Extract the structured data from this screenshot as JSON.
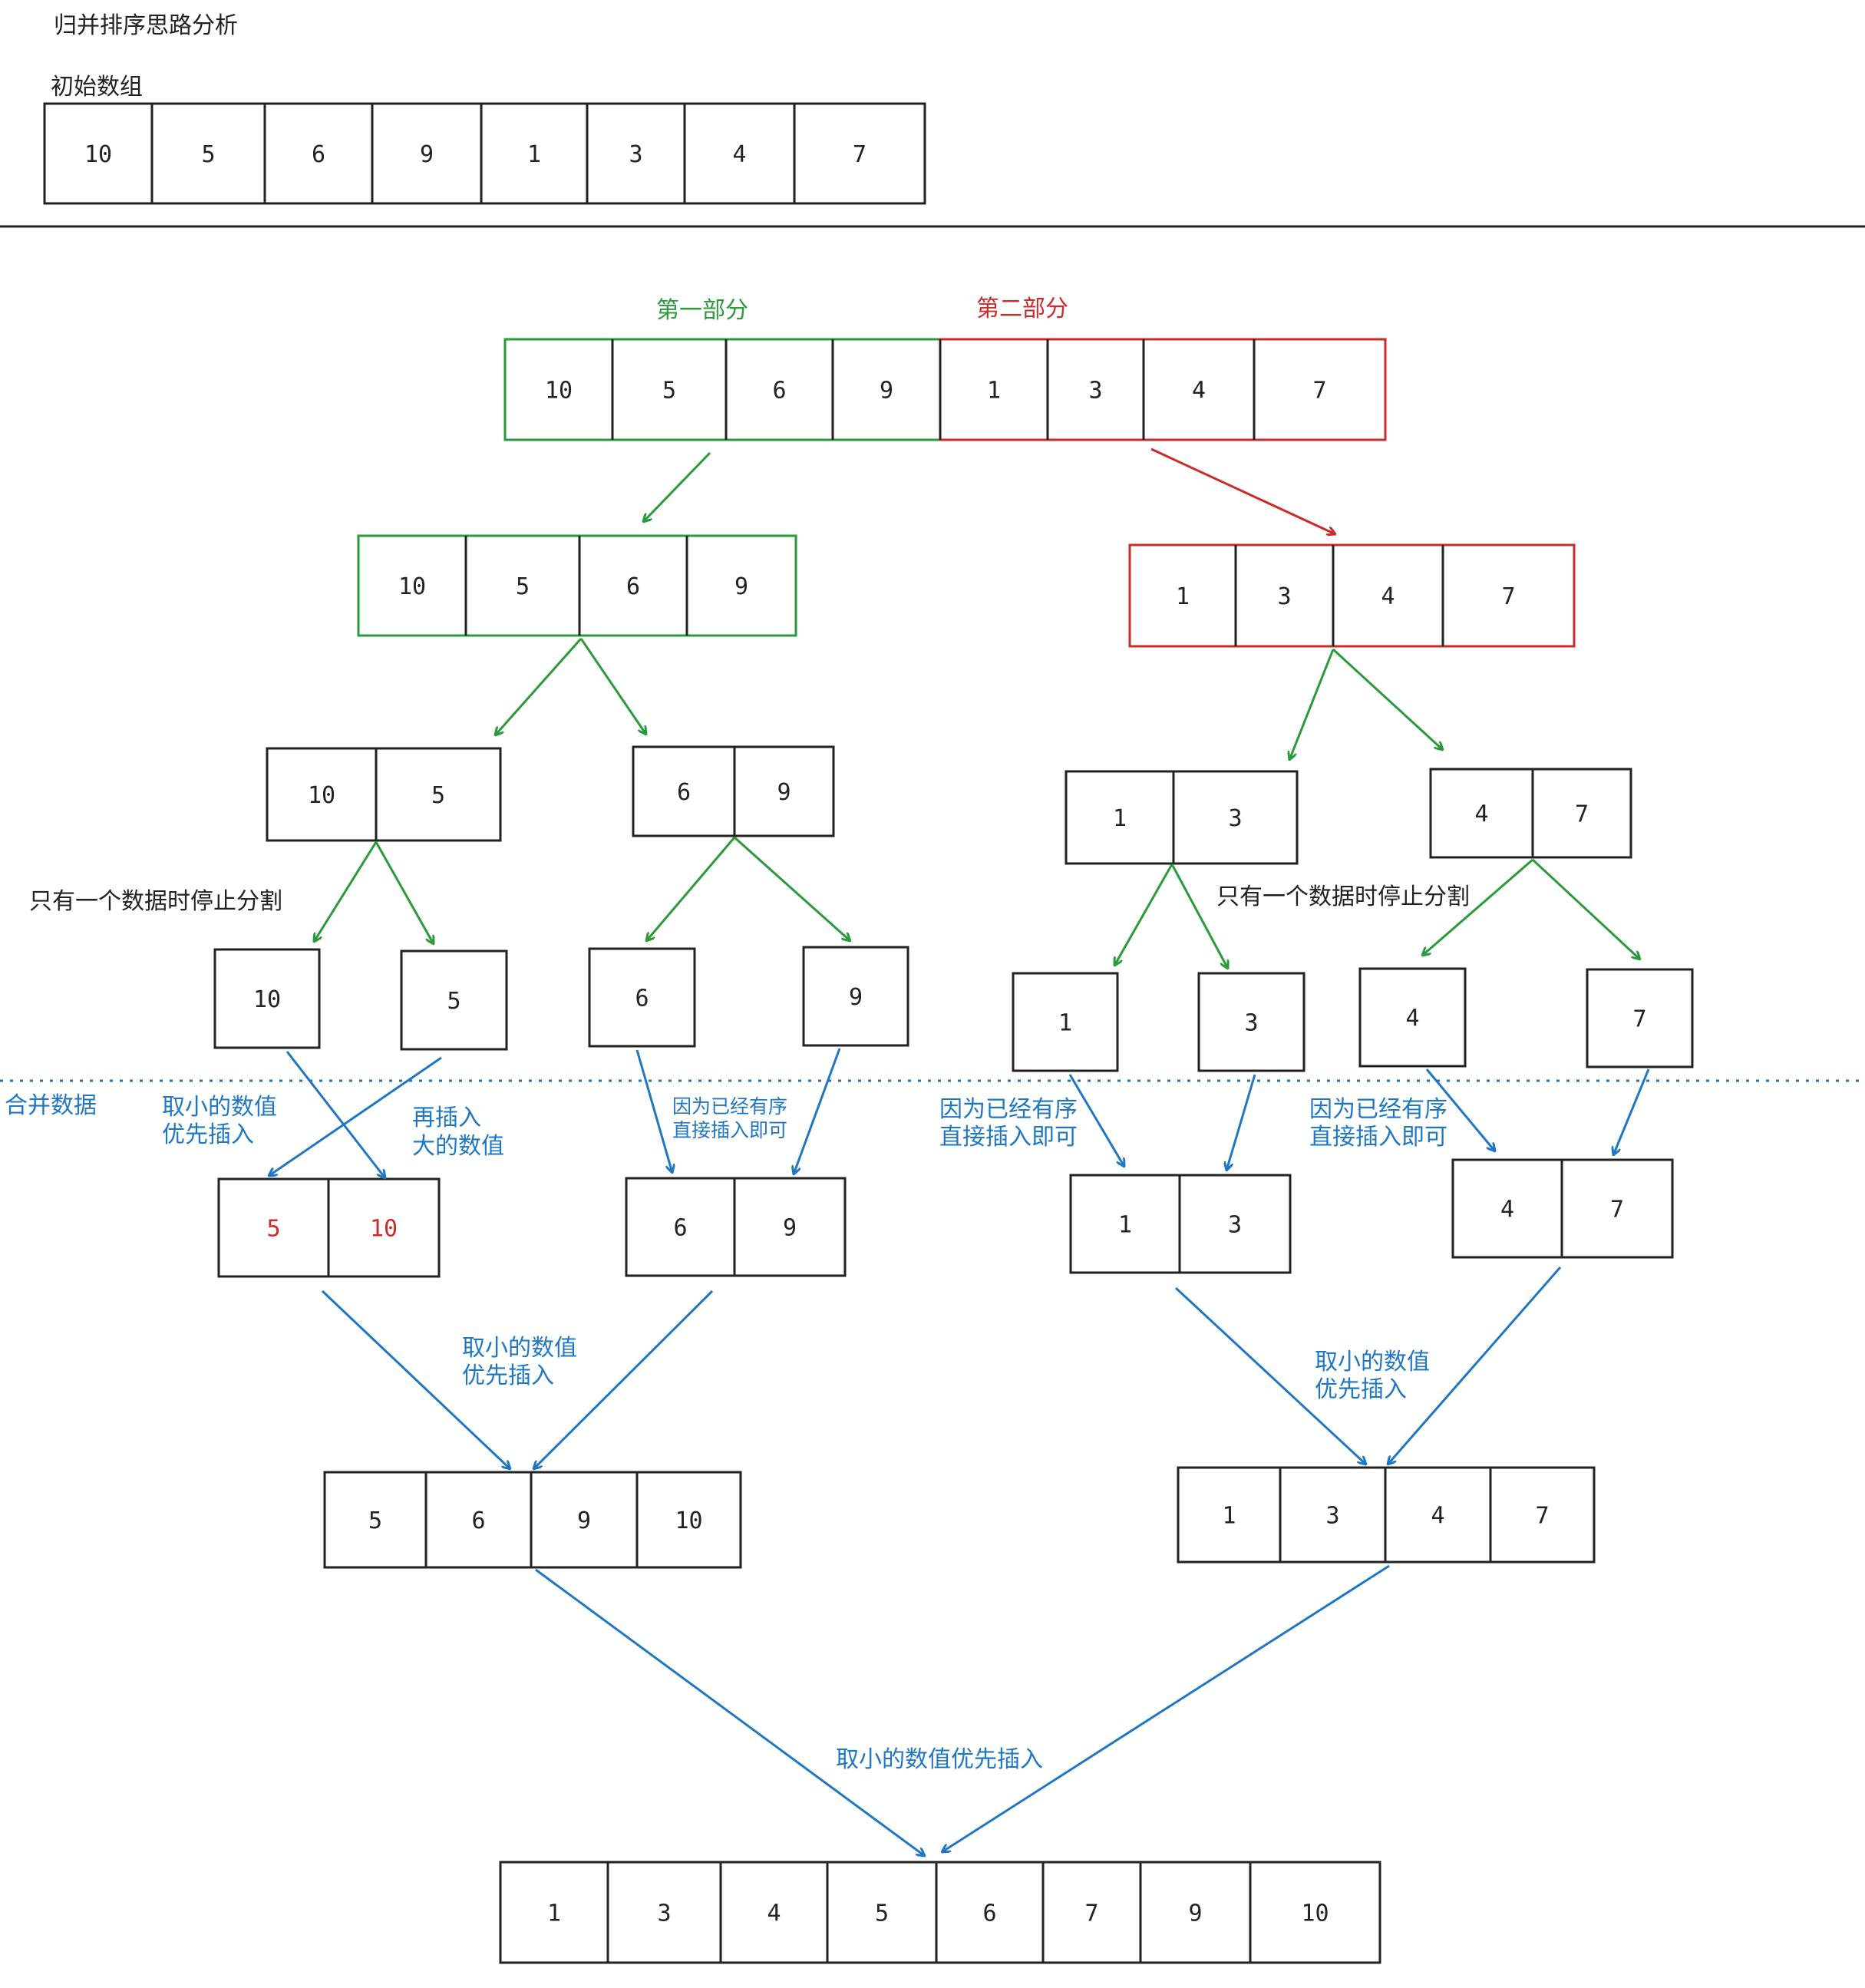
{
  "title": "归并排序思路分析",
  "initial_label": "初始数组",
  "colors": {
    "black": "#222222",
    "green": "#2a9a3a",
    "red": "#cc2b2b",
    "blue": "#1f77c4"
  },
  "parts": {
    "first": "第一部分",
    "second": "第二部分"
  },
  "arrays": {
    "initial": [
      "10",
      "5",
      "6",
      "9",
      "1",
      "3",
      "4",
      "7"
    ],
    "split_top": [
      "10",
      "5",
      "6",
      "9",
      "1",
      "3",
      "4",
      "7"
    ],
    "left_half": [
      "10",
      "5",
      "6",
      "9"
    ],
    "right_half": [
      "1",
      "3",
      "4",
      "7"
    ],
    "l_pair_a": [
      "10",
      "5"
    ],
    "l_pair_b": [
      "6",
      "9"
    ],
    "r_pair_a": [
      "1",
      "3"
    ],
    "r_pair_b": [
      "4",
      "7"
    ],
    "single_10": [
      "10"
    ],
    "single_5": [
      "5"
    ],
    "single_6": [
      "6"
    ],
    "single_9": [
      "9"
    ],
    "single_1": [
      "1"
    ],
    "single_3": [
      "3"
    ],
    "single_4": [
      "4"
    ],
    "single_7": [
      "7"
    ],
    "merged_510": [
      "5",
      "10"
    ],
    "merged_69": [
      "6",
      "9"
    ],
    "merged_13": [
      "1",
      "3"
    ],
    "merged_47": [
      "4",
      "7"
    ],
    "merged_left": [
      "5",
      "6",
      "9",
      "10"
    ],
    "merged_right": [
      "1",
      "3",
      "4",
      "7"
    ],
    "final": [
      "1",
      "3",
      "4",
      "5",
      "6",
      "7",
      "9",
      "10"
    ]
  },
  "annotations": {
    "stop_left": "只有一个数据时停止分割",
    "stop_right": "只有一个数据时停止分割",
    "merge_label": "合并数据",
    "take_small_1a": "取小的数值",
    "take_small_1b": "优先插入",
    "insert_big_a": "再插入",
    "insert_big_b": "大的数值",
    "already_sorted_1a": "因为已经有序",
    "already_sorted_1b": "直接插入即可",
    "already_sorted_2a": "因为已经有序",
    "already_sorted_2b": "直接插入即可",
    "already_sorted_3a": "因为已经有序",
    "already_sorted_3b": "直接插入即可",
    "take_small_2a": "取小的数值",
    "take_small_2b": "优先插入",
    "take_small_3a": "取小的数值",
    "take_small_3b": "优先插入",
    "take_small_final": "取小的数值优先插入"
  }
}
